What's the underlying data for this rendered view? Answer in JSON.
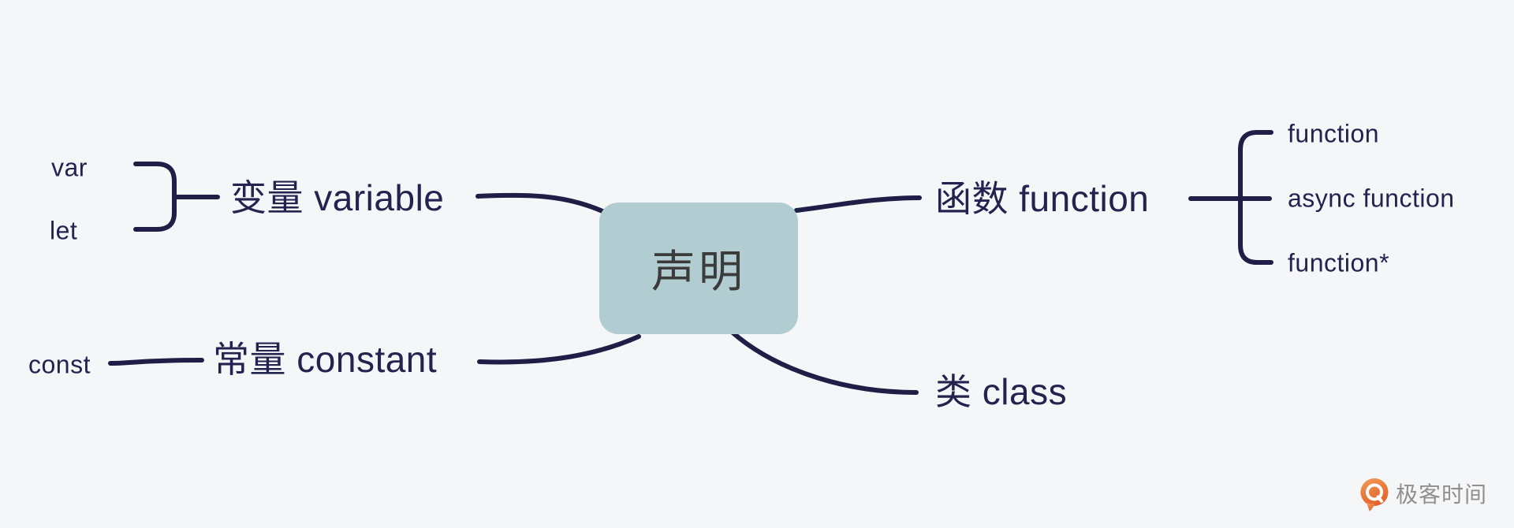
{
  "root": {
    "label": "声明"
  },
  "branches": {
    "variable": {
      "label": "变量 variable",
      "children": {
        "var": "var",
        "let": "let"
      }
    },
    "constant": {
      "label": "常量 constant",
      "children": {
        "const": "const"
      }
    },
    "function": {
      "label": "函数 function",
      "children": {
        "fn": "function",
        "async_fn": "async function",
        "gen_fn": "function*"
      }
    },
    "class": {
      "label": "类 class"
    }
  },
  "logo": {
    "text": "极客时间"
  },
  "colors": {
    "background": "#f5f6f8",
    "line": "#1e1e46",
    "branch_text": "#23234f",
    "root_fill": "#b2cdd1",
    "root_text": "#3b3b3b",
    "logo_text": "#8f8f8f",
    "logo_icon": "#ec7b3e"
  }
}
